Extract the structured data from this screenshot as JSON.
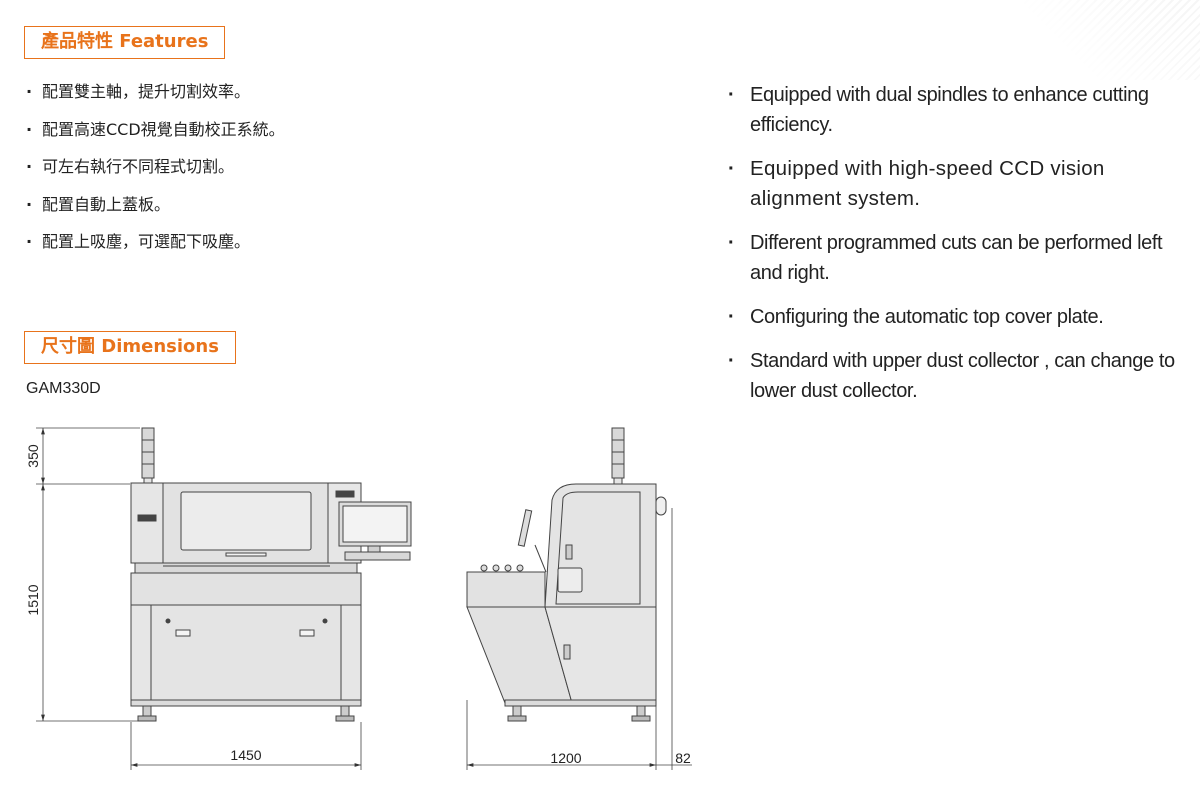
{
  "features": {
    "heading": "產品特性 Features",
    "items_zh": [
      "配置雙主軸，提升切割效率。",
      "配置高速CCD視覺自動校正系統。",
      "可左右執行不同程式切割。",
      "配置自動上蓋板。",
      "配置上吸塵，可選配下吸塵。"
    ],
    "items_en": [
      "Equipped with dual spindles to enhance cutting efficiency.",
      "Equipped with high-speed CCD vision alignment system.",
      "Different programmed cuts can be performed left and right.",
      "Configuring the automatic top cover plate.",
      "Standard with upper dust collector , can change to lower dust collector."
    ]
  },
  "dimensions": {
    "heading": "尺寸圖 Dimensions",
    "model": "GAM330D",
    "labels": {
      "tower_height": "350",
      "body_height": "1510",
      "width": "1450",
      "depth": "1200",
      "extra_depth": "82"
    }
  },
  "colors": {
    "accent": "#e8731b",
    "machine_fill": "#e6e6e6",
    "line": "#444444"
  }
}
